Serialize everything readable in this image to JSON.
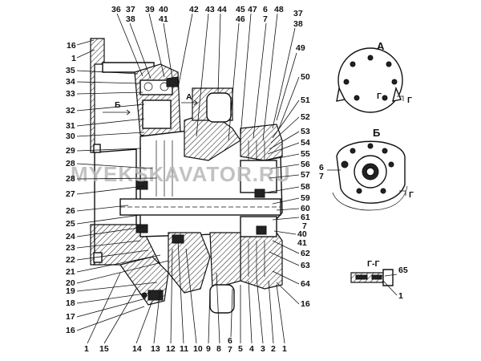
{
  "watermark": "MYEKSKAVATOR.RU",
  "views": {
    "a": "А",
    "b": "Б",
    "gg": "Г-Г",
    "gg_mark_a1": "Г",
    "gg_mark_a2": "Г",
    "gg_mark_b": "Г",
    "arrow_a": "А",
    "arrow_b": "Б"
  },
  "labels": {
    "l16a": "16",
    "l1a": "1",
    "l35": "35",
    "l34": "34",
    "l33": "33",
    "l32": "32",
    "l31": "31",
    "l30": "30",
    "l29": "29",
    "l28a": "28",
    "l28b": "28",
    "l27": "27",
    "l26": "26",
    "l25": "25",
    "l24": "24",
    "l23": "23",
    "l22": "22",
    "l21": "21",
    "l20": "20",
    "l19": "19",
    "l18": "18",
    "l17": "17",
    "l16b": "16",
    "l36": "36",
    "l37a": "37",
    "l38a": "38",
    "l39": "39",
    "l40a": "40",
    "l41a": "41",
    "l42": "42",
    "l43": "43",
    "l44": "44",
    "l45": "45",
    "l46": "46",
    "l47": "47",
    "l6a": "6",
    "l7a": "7",
    "l48": "48",
    "l37b": "37",
    "l38b": "38",
    "l49": "49",
    "l50": "50",
    "l51": "51",
    "l52": "52",
    "l53": "53",
    "l54": "54",
    "l55": "55",
    "l56": "56",
    "l57": "57",
    "l58": "58",
    "l59": "59",
    "l60": "60",
    "l61": "61",
    "l7b": "7",
    "l40b": "40",
    "l41b": "41",
    "l62": "62",
    "l63": "63",
    "l64": "64",
    "l16c": "16",
    "l65": "65",
    "l1c": "1",
    "l6c": "6",
    "l7c": "7",
    "b1": "1",
    "b15": "15",
    "b14": "14",
    "b13": "13",
    "b12": "12",
    "b11": "11",
    "b10": "10",
    "b9": "9",
    "b8": "8",
    "b6": "6",
    "b7": "7",
    "b5": "5",
    "b4": "4",
    "b3": "3",
    "b2": "2",
    "b1r": "1"
  }
}
